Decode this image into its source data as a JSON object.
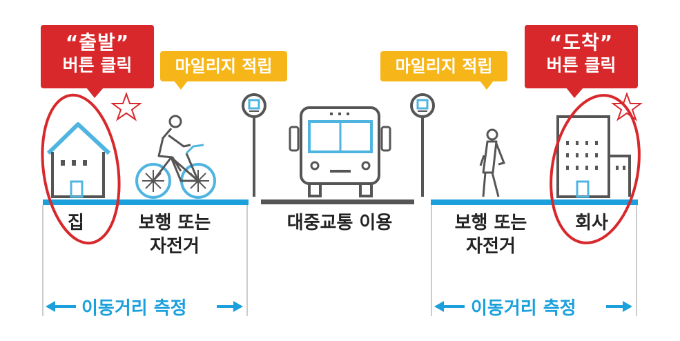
{
  "callouts": {
    "depart_line1": "“출발”",
    "depart_line2": "버튼 클릭",
    "arrive_line1": "“도착”",
    "arrive_line2": "버튼 클릭",
    "mileage_left": "마일리지 적립",
    "mileage_right": "마일리지 적립"
  },
  "labels": {
    "home": "집",
    "walk_bike_left_1": "보행 또는",
    "walk_bike_left_2": "자전거",
    "transit": "대중교통 이용",
    "walk_bike_right_1": "보행 또는",
    "walk_bike_right_2": "자전거",
    "office": "회사"
  },
  "measure": {
    "left": "이동거리 측정",
    "right": "이동거리 측정"
  },
  "colors": {
    "red": "#d8282b",
    "yellow": "#f6b619",
    "blue": "#1ba0dc",
    "gray": "#555555"
  },
  "icons": [
    "house-icon",
    "bicycle-icon",
    "bus-stop-sign-icon",
    "bus-icon",
    "walking-person-icon",
    "office-building-icon",
    "star-doodle-icon",
    "arrow-left-icon",
    "arrow-right-icon"
  ]
}
